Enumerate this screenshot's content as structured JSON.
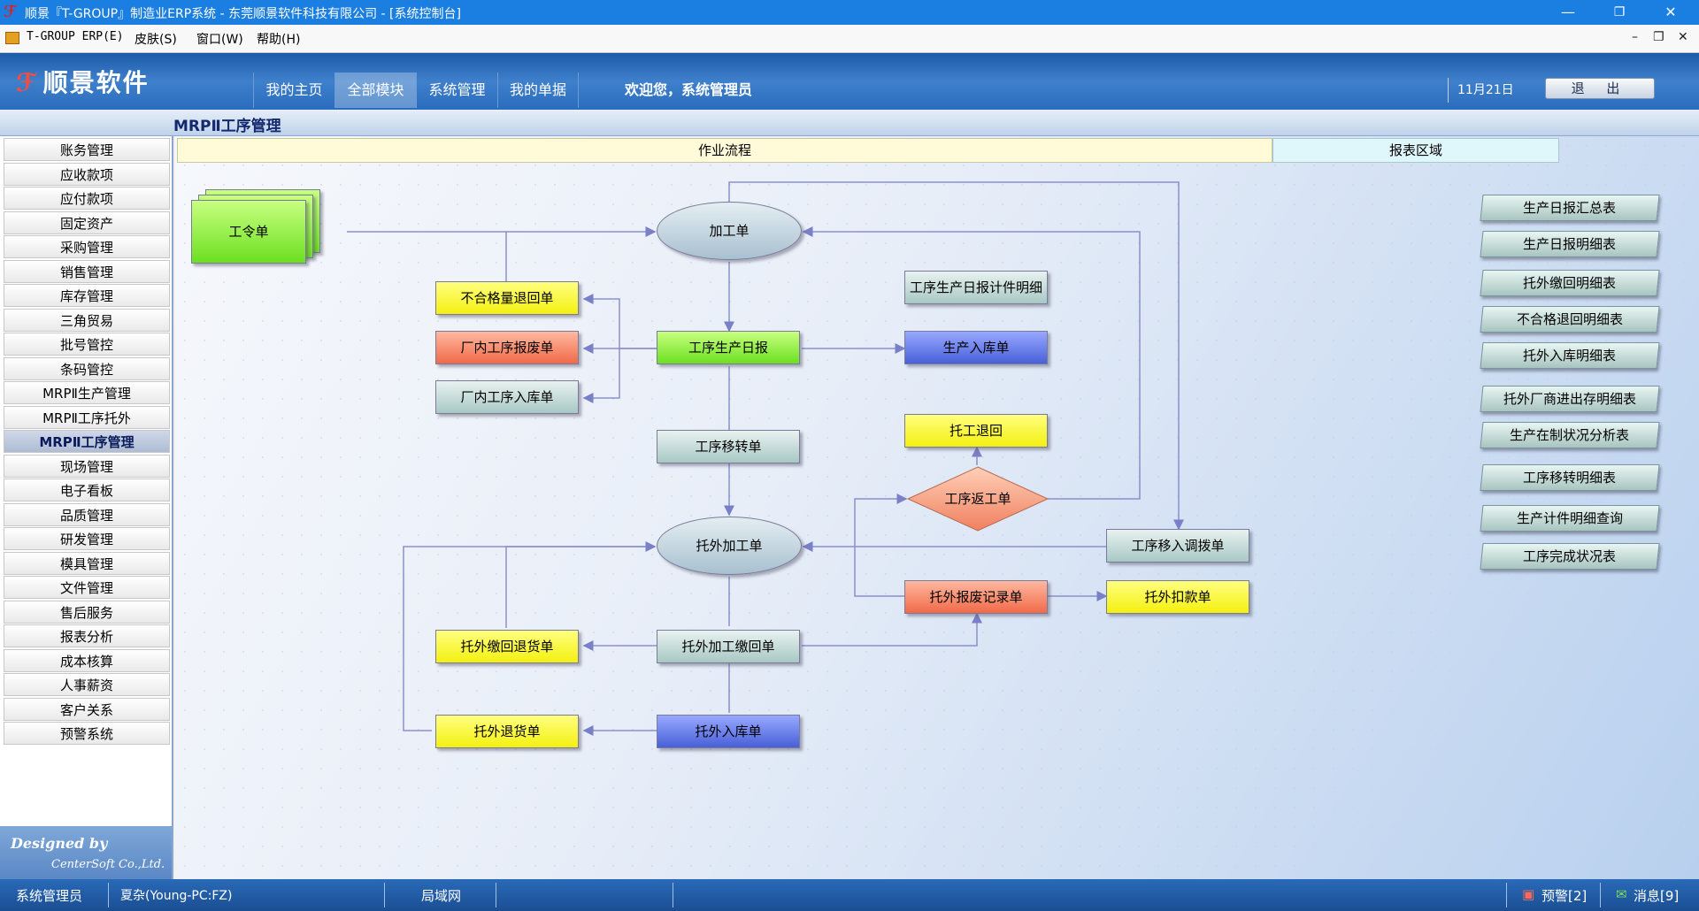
{
  "window": {
    "title": "顺景『T-GROUP』制造业ERP系统 - 东莞顺景软件科技有限公司 - [系统控制台]",
    "logo_glyph": "ℱ",
    "minimize": "—",
    "restore": "❐",
    "close": "✕"
  },
  "menu": {
    "items": [
      "T-GROUP ERP(E)",
      "皮肤(S)",
      "窗口(W)",
      "帮助(H)"
    ],
    "mdi_min": "–",
    "mdi_restore": "❐",
    "mdi_close": "✕"
  },
  "banner": {
    "brand": "顺景软件",
    "brand_mark": "ℱ",
    "tabs": [
      "我的主页",
      "全部模块",
      "系统管理",
      "我的单据"
    ],
    "active_tab": "全部模块",
    "welcome": "欢迎您，系统管理员",
    "date": "11月21日",
    "logout": "退 出"
  },
  "module_title": "MRPⅡ工序管理",
  "sidebar": {
    "items": [
      "账务管理",
      "应收款项",
      "应付款项",
      "固定资产",
      "采购管理",
      "销售管理",
      "库存管理",
      "三角贸易",
      "批号管控",
      "条码管控",
      "MRPⅡ生产管理",
      "MRPⅡ工序托外",
      "MRPⅡ工序管理",
      "现场管理",
      "电子看板",
      "品质管理",
      "研发管理",
      "模具管理",
      "文件管理",
      "售后服务",
      "报表分析",
      "成本核算",
      "人事薪资",
      "客户关系",
      "预警系统"
    ],
    "active_index": 12,
    "designed_by": "Designed by",
    "company": "CenterSoft Co.,Ltd."
  },
  "canvas": {
    "flow_header": "作业流程",
    "report_header": "报表区域",
    "nodes": {
      "work_order": "工令单",
      "process_order": "加工单",
      "unqualified_return": "不合格量退回单",
      "scrap_in": "厂内工序报废单",
      "stock_in_internal": "厂内工序入库单",
      "daily_report": "工序生产日报",
      "piecework_detail": "工序生产日报计件明细",
      "production_in": "生产入库单",
      "transfer": "工序移转单",
      "outsource_return_back": "托工退回",
      "rework": "工序返工单",
      "outsource_process": "托外加工单",
      "move_in": "工序移入调拨单",
      "outsource_scrap": "托外报废记录单",
      "outsource_deduct": "托外扣款单",
      "outsource_return_goods": "托外缴回退货单",
      "outsource_return_receipt": "托外加工缴回单",
      "outsource_refund": "托外退货单",
      "outsource_stock_in": "托外入库单"
    },
    "reports": [
      "生产日报汇总表",
      "生产日报明细表",
      "托外缴回明细表",
      "不合格退回明细表",
      "托外入库明细表",
      "托外厂商进出存明细表",
      "生产在制状况分析表",
      "工序移转明细表",
      "生产计件明细查询",
      "工序完成状况表"
    ]
  },
  "statusbar": {
    "user": "系统管理员",
    "host": "夏杂(Young-PC:FZ)",
    "network": "局域网",
    "alert": "预警[2]",
    "message": "消息[9]"
  }
}
